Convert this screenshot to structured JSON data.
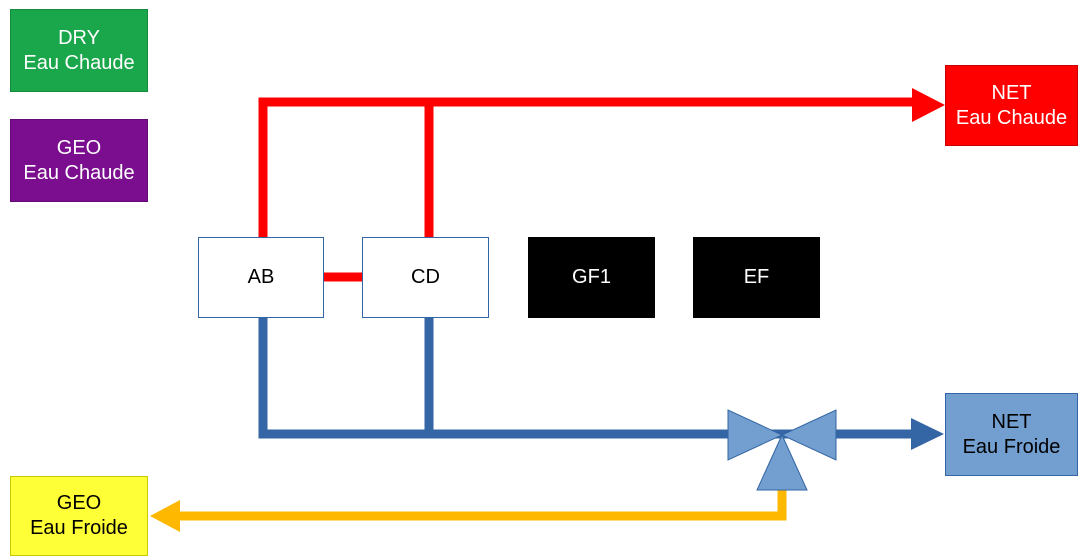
{
  "colors": {
    "hot_pipe": "#ff0000",
    "cold_pipe": "#3465a4",
    "geo_return_pipe": "#ffb800",
    "valve_fill": "#729fcf"
  },
  "sources": {
    "dry_hot": {
      "line1": "DRY",
      "line2": "Eau Chaude"
    },
    "geo_hot": {
      "line1": "GEO",
      "line2": "Eau Chaude"
    }
  },
  "outputs": {
    "net_hot": {
      "line1": "NET",
      "line2": "Eau Chaude"
    },
    "net_cold": {
      "line1": "NET",
      "line2": "Eau Froide"
    },
    "geo_cold": {
      "line1": "GEO",
      "line2": "Eau Froide"
    }
  },
  "nodes": {
    "ab": "AB",
    "cd": "CD",
    "gf1": "GF1",
    "ef": "EF"
  },
  "icons": {
    "valve": "three-way-valve-icon",
    "arrow": "arrowhead-icon"
  }
}
